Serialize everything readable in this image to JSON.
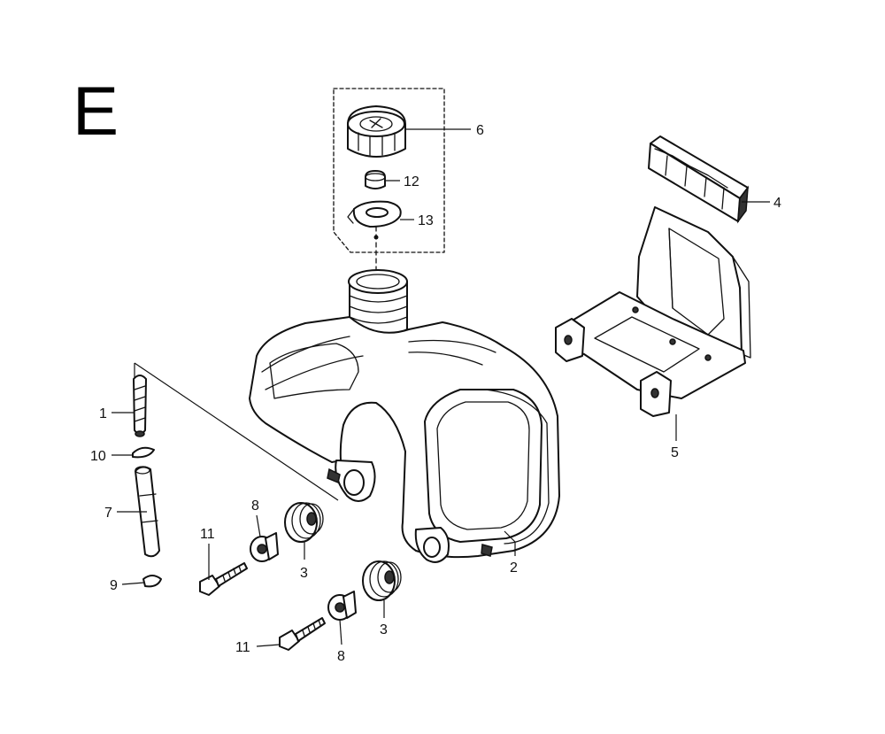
{
  "section_letter": "E",
  "callouts": {
    "c1": "1",
    "c2": "2",
    "c3a": "3",
    "c3b": "3",
    "c4": "4",
    "c5": "5",
    "c6": "6",
    "c7": "7",
    "c8a": "8",
    "c8b": "8",
    "c9": "9",
    "c10": "10",
    "c11a": "11",
    "c11b": "11",
    "c12": "12",
    "c13": "13"
  }
}
